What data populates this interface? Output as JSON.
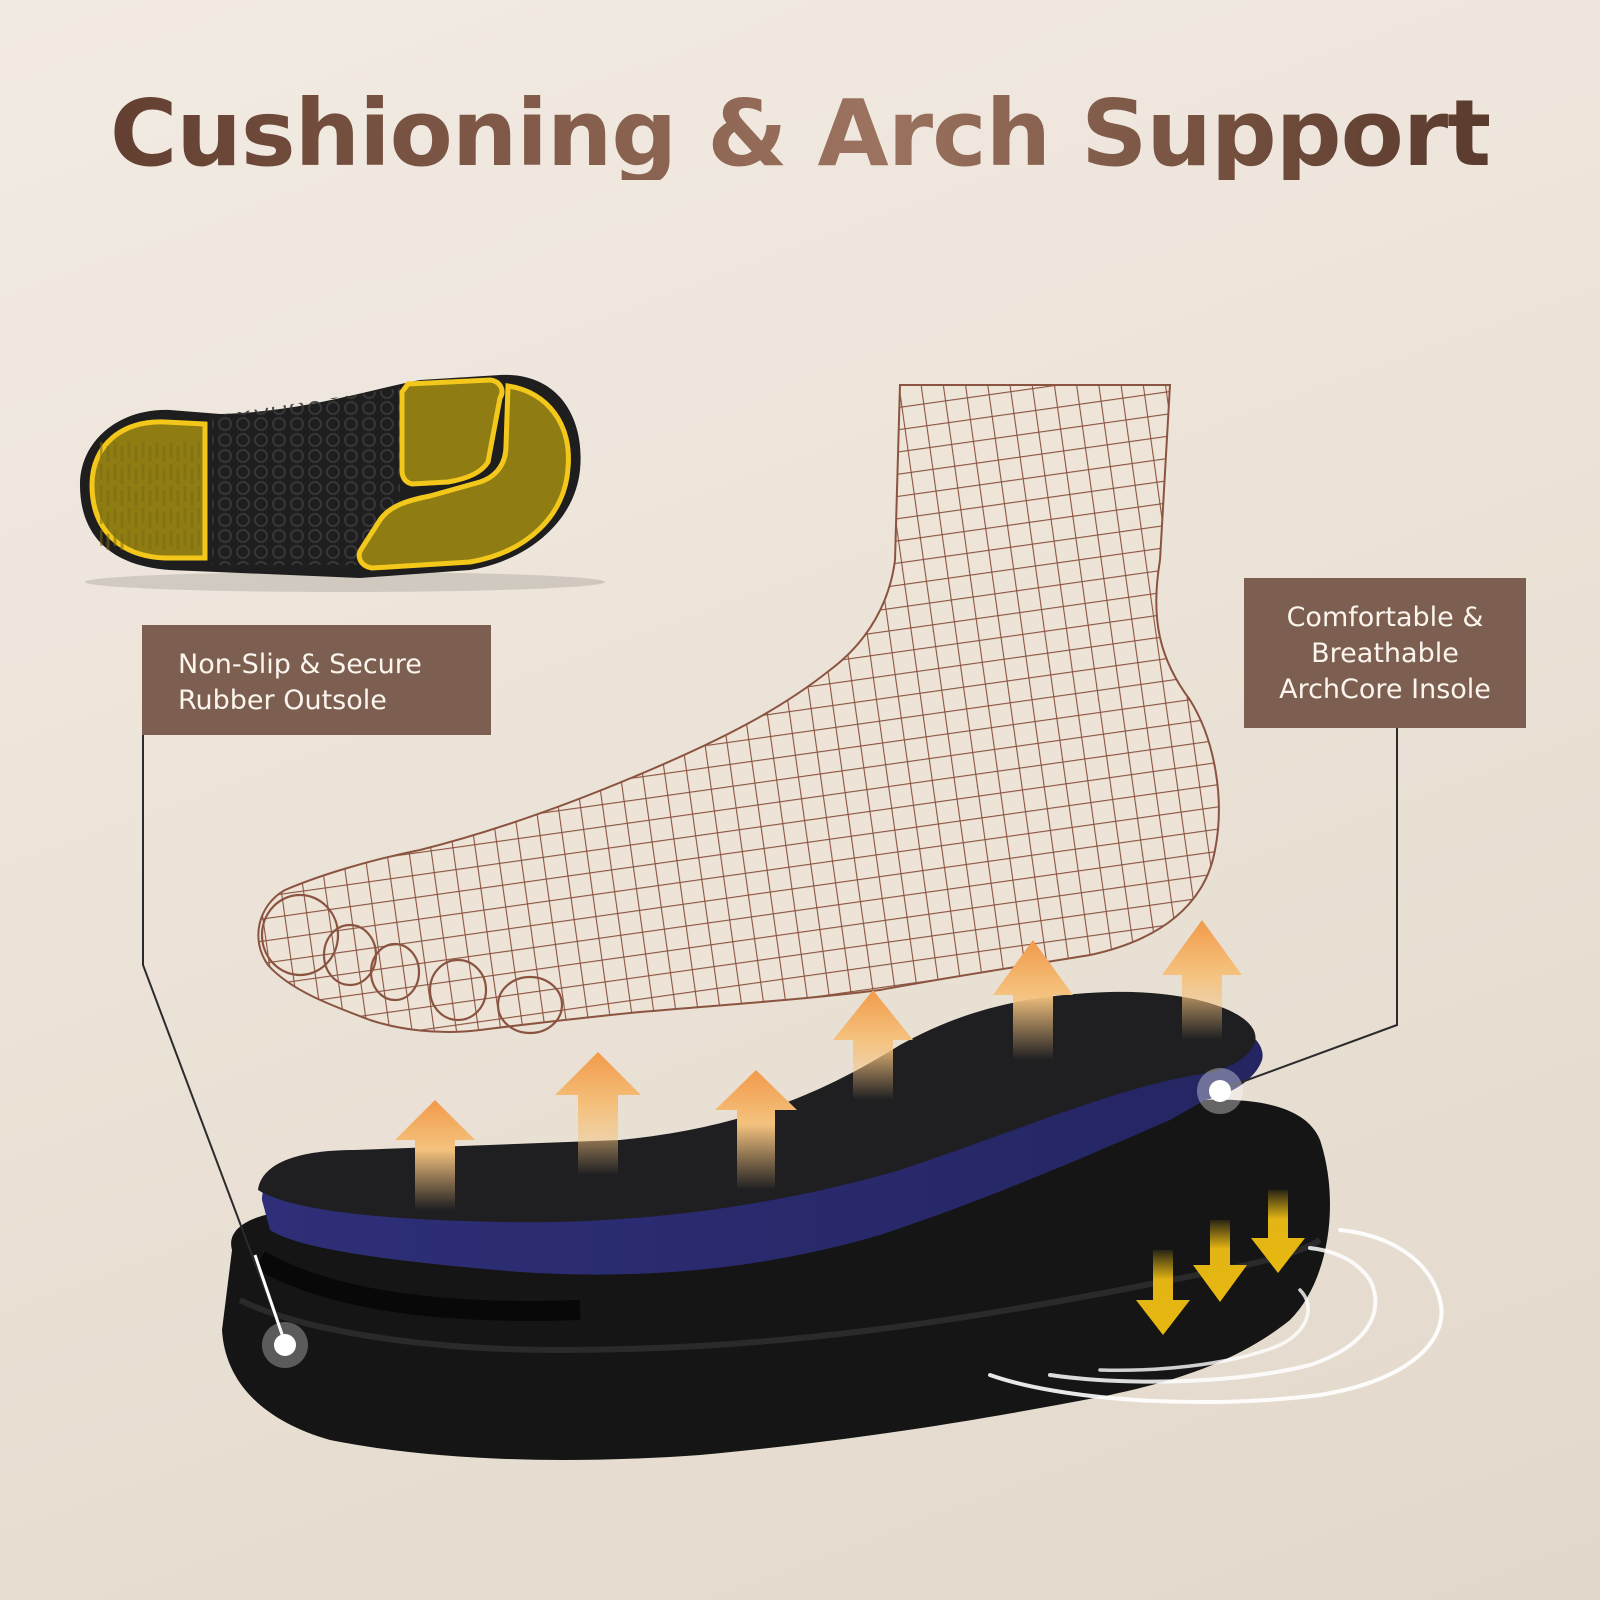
{
  "headline": "Cushioning & Arch Support",
  "callouts": [
    {
      "id": "outsole",
      "lines": [
        "Non-Slip & Secure",
        "Rubber Outsole"
      ]
    },
    {
      "id": "insole",
      "lines": [
        "Comfortable &",
        "Breathable",
        "ArchCore Insole"
      ]
    }
  ],
  "illustrations": {
    "outsole_view": "shoe-outsole-bottom-view",
    "foot": "wireframe-foot",
    "insole": "archcore-insole",
    "midsole": "cushioned-midsole",
    "up_arrows": 6,
    "down_arrows": 3,
    "impact_rings": 3
  },
  "colors": {
    "background": "#ede4d9",
    "title_brown": "#7a5444",
    "callout_bg": "#7c5f50",
    "callout_text": "#fbf5ee",
    "wireframe": "#8a5440",
    "outsole_yellow": "#f0c21a",
    "outsole_tread": "#8f7d14",
    "insole_blue": "#2b2b6e",
    "arrow_orange": "#f0a050",
    "arrow_yellow": "#e2b414"
  }
}
